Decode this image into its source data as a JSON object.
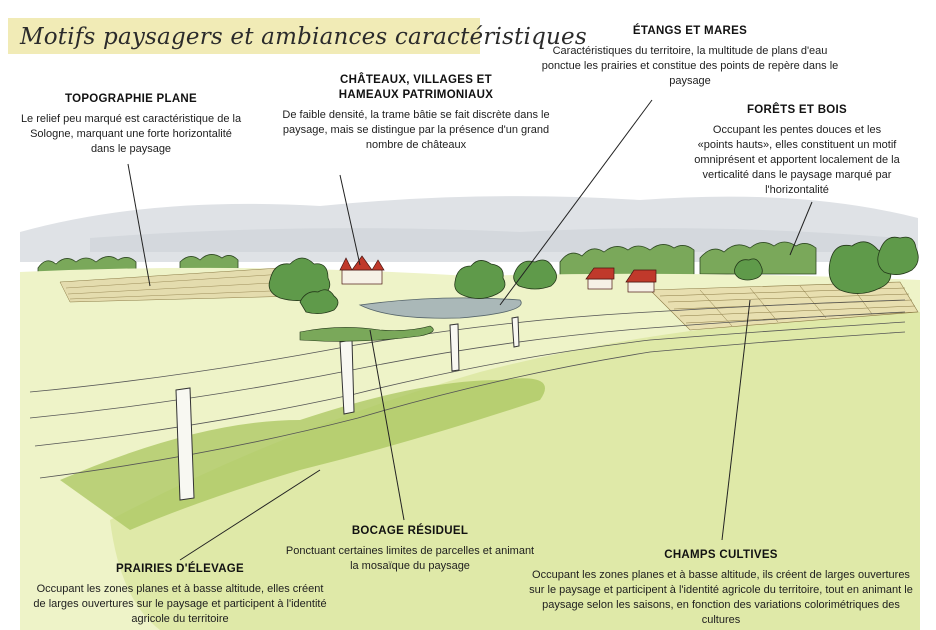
{
  "title": "Motifs paysagers et ambiances caractéristiques",
  "labels": {
    "topographie": {
      "heading": "TOPOGRAPHIE PLANE",
      "text": "Le relief peu marqué est caractéristique de la Sologne, marquant une forte horizontalité dans le paysage"
    },
    "chateaux": {
      "heading": "CHÂTEAUX, VILLAGES ET HAMEAUX PATRIMONIAUX",
      "text": "De faible densité, la trame bâtie se fait discrète dans le paysage, mais se distingue par la présence d'un grand nombre de châteaux"
    },
    "etangs": {
      "heading": "ÉTANGS ET MARES",
      "text": "Caractéristiques du territoire, la multitude de plans d'eau ponctue les prairies et constitue des points de repère dans le paysage"
    },
    "forets": {
      "heading": "FORÊTS ET BOIS",
      "text": "Occupant les pentes douces et les «points hauts», elles constituent un motif omniprésent et apportent localement de la verticalité dans le paysage marqué par l'horizontalité"
    },
    "bocage": {
      "heading": "BOCAGE RÉSIDUEL",
      "text": "Ponctuant certaines limites de parcelles et animant la mosaïque du paysage"
    },
    "prairies": {
      "heading": "PRAIRIES D'ÉLEVAGE",
      "text": "Occupant les zones planes et à basse altitude, elles créent de larges ouvertures sur le paysage et participent à l'identité agricole du territoire"
    },
    "champs": {
      "heading": "CHAMPS CULTIVES",
      "text": "Occupant les zones planes et à basse altitude, ils créent de larges ouvertures sur le paysage et participent à l'identité agricole du territoire, tout en animant le paysage selon les saisons, en fonction des variations colorimétriques des cultures"
    }
  },
  "colors": {
    "title_background": "#f1ebb6",
    "sky": "#dfe2e6",
    "meadow": "#dfe9a8",
    "meadow_light": "#eef3c8",
    "grass_green": "#a9c55f",
    "tree_green": "#5f9a4a",
    "roof_red": "#c0392b",
    "pond": "#aab8b8",
    "field": "#e8dfb0"
  }
}
